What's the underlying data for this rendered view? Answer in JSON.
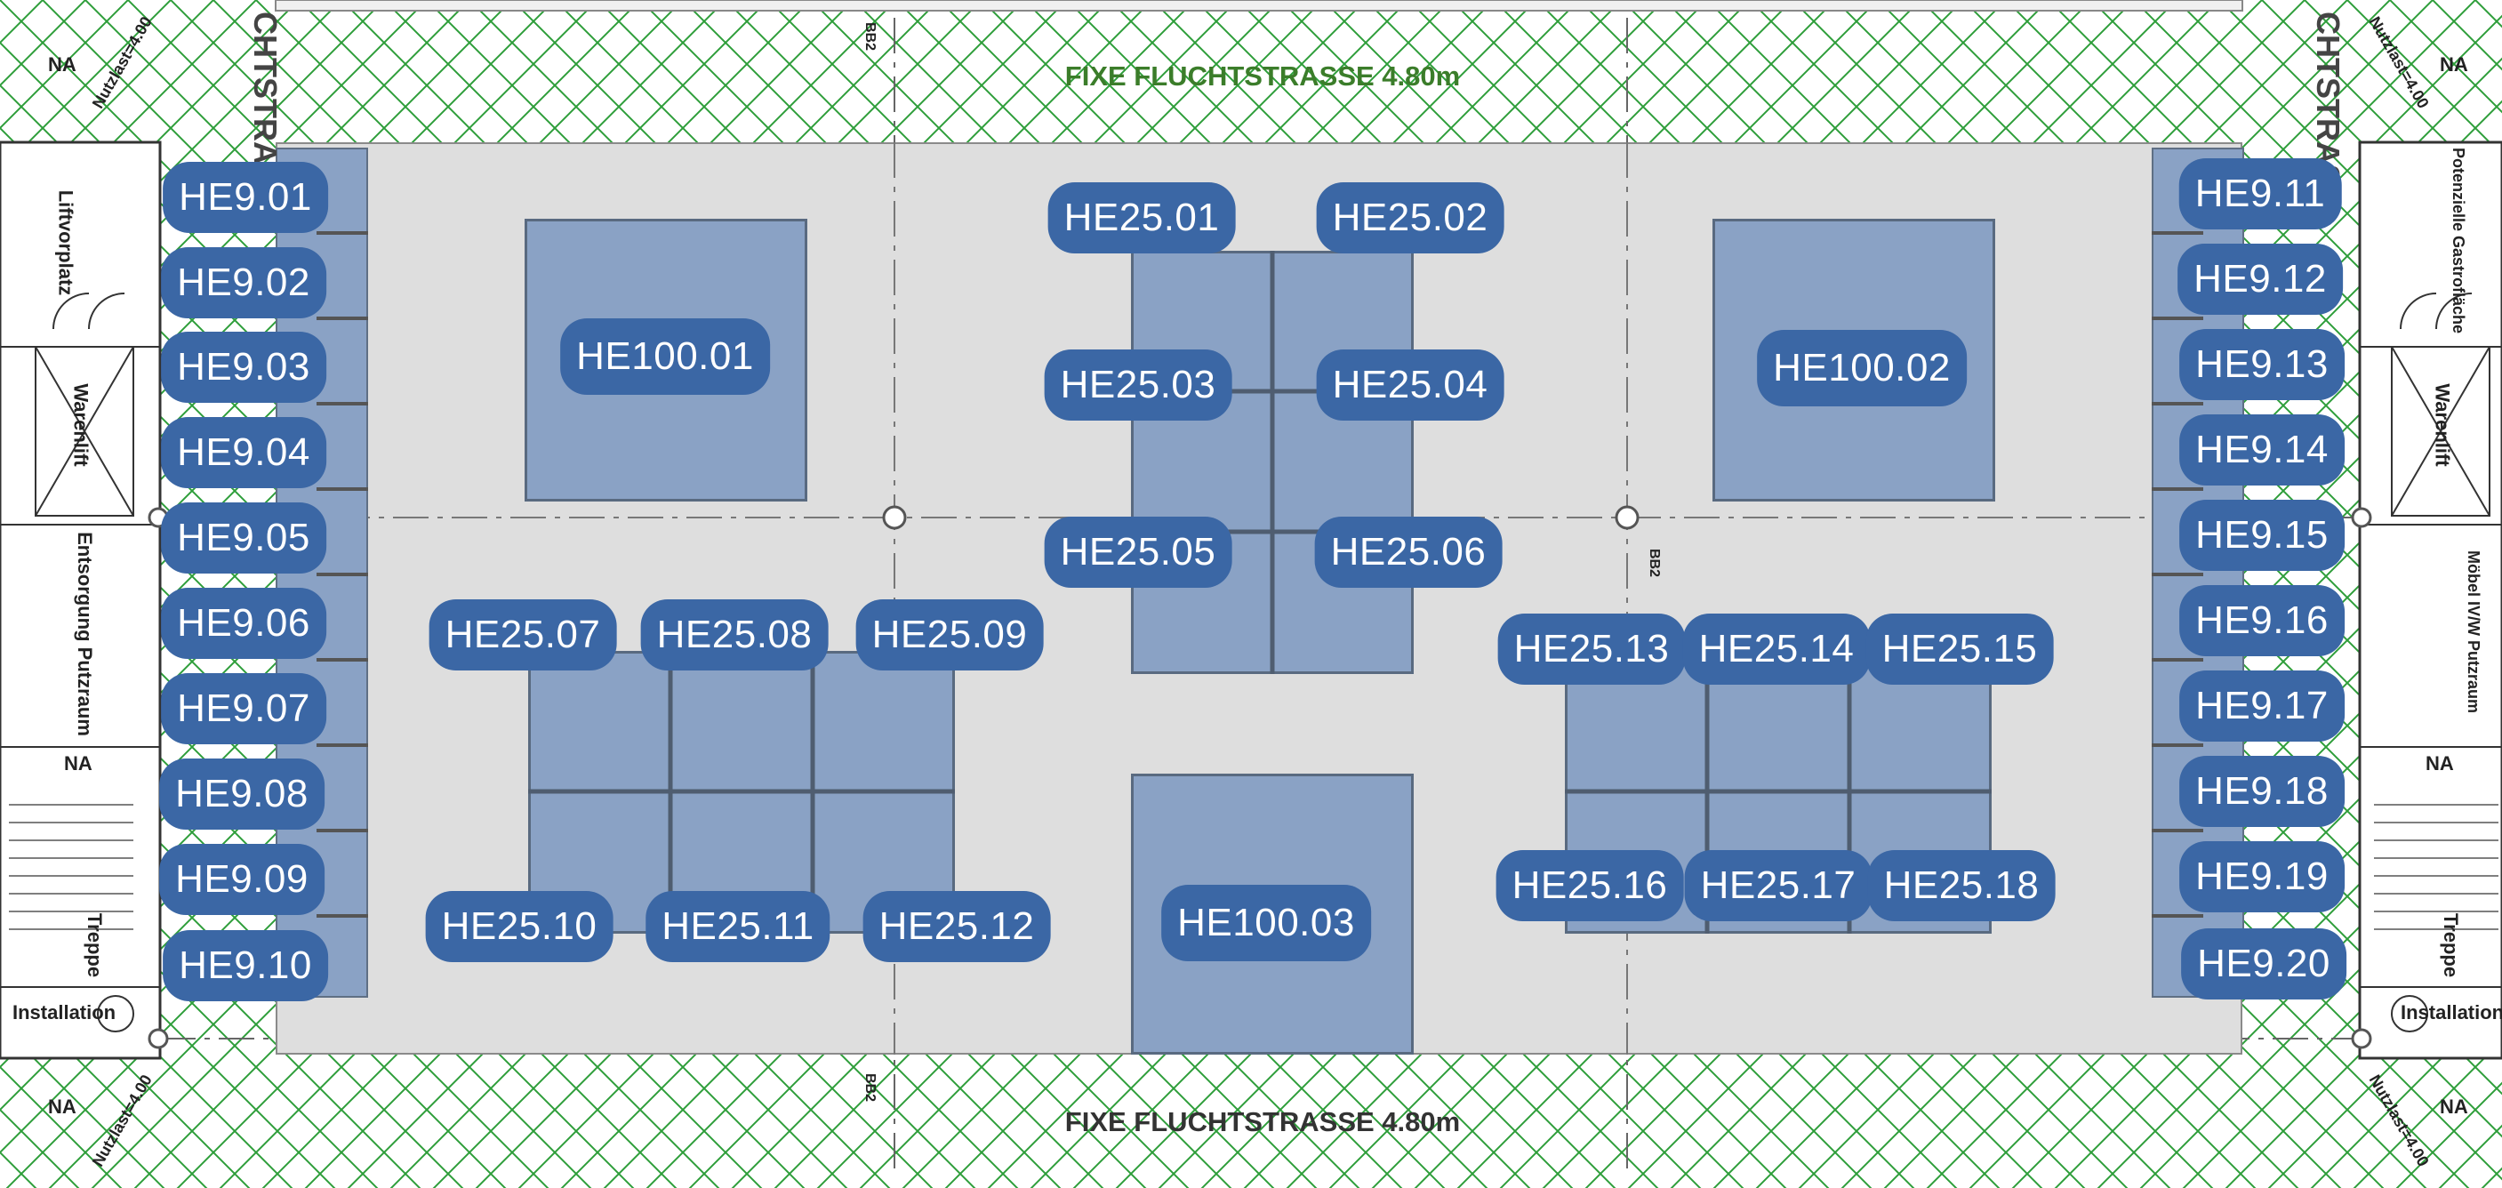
{
  "plan": {
    "escape_route_top": "FIXE FLUCHTSTRASSE 4.80m",
    "escape_route_bottom": "FIXE FLUCHTSTRASSE 4.80m",
    "vertical_route_fragment": "CHTSTRAS",
    "na_marker": "NA",
    "nutzlast_label": "Nutzlast=4.00",
    "rooms_left": {
      "liftvorplatz": "Liftvorplatz",
      "warenlift": "Warenlift",
      "entsorgung": "Entsorgung Putzraum",
      "treppe": "Treppe",
      "installation": "Installation"
    },
    "rooms_right": {
      "gastro": "Potenzielle Gastrofläche",
      "warenlift": "Warenlift",
      "putzraum": "Möbel IV/W Putzraum",
      "treppe": "Treppe",
      "installation": "Installation"
    },
    "grid_mark": "BB2"
  },
  "units": {
    "left_column": [
      "HE9.01",
      "HE9.02",
      "HE9.03",
      "HE9.04",
      "HE9.05",
      "HE9.06",
      "HE9.07",
      "HE9.08",
      "HE9.09",
      "HE9.10"
    ],
    "right_column": [
      "HE9.11",
      "HE9.12",
      "HE9.13",
      "HE9.14",
      "HE9.15",
      "HE9.16",
      "HE9.17",
      "HE9.18",
      "HE9.19",
      "HE9.20"
    ],
    "large": [
      "HE100.01",
      "HE100.02",
      "HE100.03"
    ],
    "medium_center": [
      "HE25.01",
      "HE25.02",
      "HE25.03",
      "HE25.04",
      "HE25.05",
      "HE25.06"
    ],
    "medium_left": [
      "HE25.07",
      "HE25.08",
      "HE25.09",
      "HE25.10",
      "HE25.11",
      "HE25.12"
    ],
    "medium_right": [
      "HE25.13",
      "HE25.14",
      "HE25.15",
      "HE25.16",
      "HE25.17",
      "HE25.18"
    ]
  },
  "colors": {
    "unit_fill": "#8aa2c5",
    "label_fill": "#3b67a5",
    "hatch": "#2e9e3a",
    "hall": "#dedede"
  }
}
